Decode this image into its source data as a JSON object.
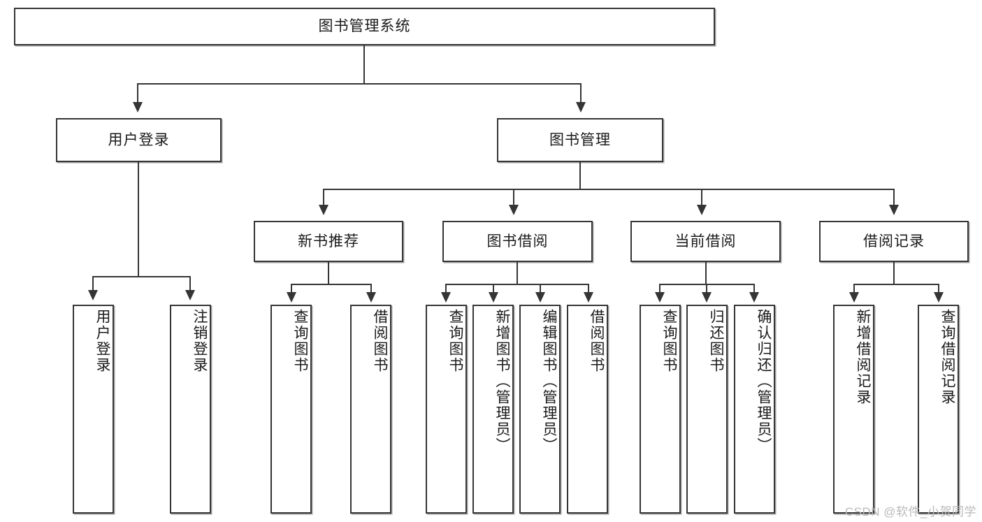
{
  "diagram": {
    "type": "tree",
    "title": "图书管理系统",
    "watermark": "CSDN @软件_小贺同学",
    "colors": {
      "stroke": "#353535",
      "fill": "#ffffff",
      "text": "#1a1a1a",
      "watermark": "#b9b9b9"
    },
    "levels": {
      "root": {
        "label": "图书管理系统"
      },
      "level2": [
        {
          "id": "user-login",
          "label": "用户登录"
        },
        {
          "id": "book-management",
          "label": "图书管理"
        }
      ],
      "level3": [
        {
          "id": "new-book-recommend",
          "label": "新书推荐",
          "parent": "book-management"
        },
        {
          "id": "book-borrow",
          "label": "图书借阅",
          "parent": "book-management"
        },
        {
          "id": "current-borrow",
          "label": "当前借阅",
          "parent": "book-management"
        },
        {
          "id": "borrow-record",
          "label": "借阅记录",
          "parent": "book-management"
        }
      ],
      "leaves": [
        {
          "id": "leaf-user-login",
          "label": "用户登录",
          "parent": "user-login"
        },
        {
          "id": "leaf-logout-login",
          "label": "注销登录",
          "parent": "user-login"
        },
        {
          "id": "leaf-query-book-1",
          "label": "查询图书",
          "parent": "new-book-recommend"
        },
        {
          "id": "leaf-borrow-book-1",
          "label": "借阅图书",
          "parent": "new-book-recommend"
        },
        {
          "id": "leaf-query-book-2",
          "label": "查询图书",
          "parent": "book-borrow"
        },
        {
          "id": "leaf-add-book",
          "label": "新增图书（管理员）",
          "parent": "book-borrow"
        },
        {
          "id": "leaf-edit-book",
          "label": "编辑图书（管理员）",
          "parent": "book-borrow"
        },
        {
          "id": "leaf-borrow-book-2",
          "label": "借阅图书",
          "parent": "book-borrow"
        },
        {
          "id": "leaf-query-book-3",
          "label": "查询图书",
          "parent": "current-borrow"
        },
        {
          "id": "leaf-return-book",
          "label": "归还图书",
          "parent": "current-borrow"
        },
        {
          "id": "leaf-confirm-return",
          "label": "确认归还（管理员）",
          "parent": "current-borrow"
        },
        {
          "id": "leaf-add-record",
          "label": "新增借阅记录",
          "parent": "borrow-record"
        },
        {
          "id": "leaf-query-record",
          "label": "查询借阅记录",
          "parent": "borrow-record"
        }
      ]
    }
  }
}
